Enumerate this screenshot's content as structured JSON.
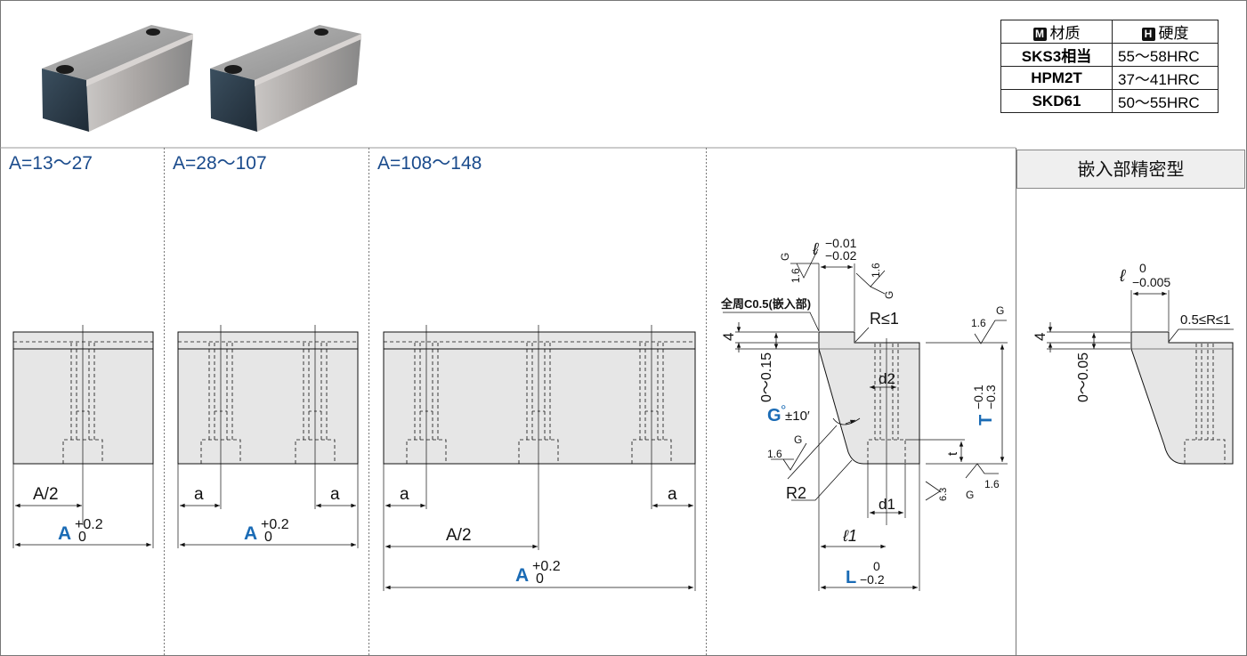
{
  "material_table": {
    "header_material_badge": "M",
    "header_material": "材质",
    "header_hardness_badge": "H",
    "header_hardness": "硬度",
    "rows": [
      {
        "material": "SKS3相当",
        "hardness": "55～58HRC"
      },
      {
        "material": "HPM2T",
        "hardness": "37～41HRC"
      },
      {
        "material": "SKD61",
        "hardness": "50～55HRC"
      }
    ]
  },
  "ranges": {
    "r1": "A=13～27",
    "r2": "A=28～107",
    "r3": "A=108～148"
  },
  "dims": {
    "a": "a",
    "half_a": "A/2",
    "A": "A",
    "A_tol_upper": "+0.2",
    "A_tol_lower": "0"
  },
  "side_view": {
    "chamfer_note": "全周C0.5(嵌入部)",
    "ell": "ℓ",
    "ell_tol_upper": "−0.01",
    "ell_tol_lower": "−0.02",
    "r_note": "R≤1",
    "four": "4",
    "tol_0_015": "0～0.15",
    "G": "G",
    "deg": "°",
    "g_tol": "±10′",
    "d2": "d2",
    "d1": "d1",
    "t": "t",
    "T": "T",
    "T_tol_upper": "−0.1",
    "T_tol_lower": "−0.3",
    "R2": "R2",
    "ell1": "ℓ1",
    "L": "L",
    "L_tol_upper": "0",
    "L_tol_lower": "−0.2",
    "rough_16": "1.6",
    "rough_63": "6.3"
  },
  "precision": {
    "title": "嵌入部精密型",
    "ell_tol_upper": "0",
    "ell_tol_lower": "−0.005",
    "r_note": "0.5≤R≤1",
    "four": "4",
    "tol": "0～0.05"
  },
  "colors": {
    "accent_blue": "#1a6bb5",
    "label_blue": "#1a4b8c",
    "part_fill": "#e6e6e6",
    "line": "#111111"
  }
}
